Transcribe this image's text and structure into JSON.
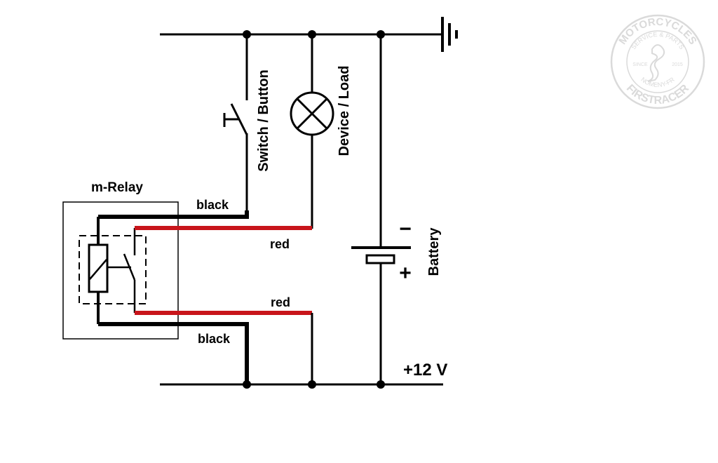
{
  "diagram": {
    "title": "m-Relay",
    "labels": {
      "switch": "Switch / Button",
      "device": "Device / Load",
      "battery": "Battery",
      "battery_minus": "−",
      "battery_plus": "+",
      "voltage": "+12 V",
      "wire_black_top": "black",
      "wire_red_top": "red",
      "wire_red_bottom": "red",
      "wire_black_bottom": "black"
    },
    "components": [
      {
        "id": "relay",
        "type": "relay",
        "label": "m-Relay"
      },
      {
        "id": "switch",
        "type": "push-button",
        "label": "Switch / Button"
      },
      {
        "id": "lamp",
        "type": "lamp",
        "label": "Device / Load"
      },
      {
        "id": "battery",
        "type": "battery",
        "label": "Battery"
      },
      {
        "id": "ground",
        "type": "ground"
      }
    ],
    "connections": [
      {
        "from": "relay",
        "to": "switch",
        "wire": "black"
      },
      {
        "from": "relay",
        "to": "lamp",
        "wire": "red"
      },
      {
        "from": "relay",
        "to": "+12V rail",
        "wire": "red"
      },
      {
        "from": "relay",
        "to": "+12V rail",
        "wire": "black"
      },
      {
        "from": "switch",
        "to": "ground rail"
      },
      {
        "from": "lamp",
        "to": "ground rail"
      },
      {
        "from": "battery",
        "to": "ground rail",
        "pole": "-"
      },
      {
        "from": "battery",
        "to": "+12V rail",
        "pole": "+"
      }
    ],
    "colors": {
      "wire": "#000000",
      "red_wire": "#c8151b",
      "watermark": "#d6d6d6"
    }
  },
  "watermark": {
    "top": "MOTORCYCLES",
    "inner_top": "SERVICE & PARTS",
    "since": "SINCE",
    "year": "2015",
    "inner_bottom": "NOMENY-FR",
    "bottom": "FIRSTRACER"
  }
}
